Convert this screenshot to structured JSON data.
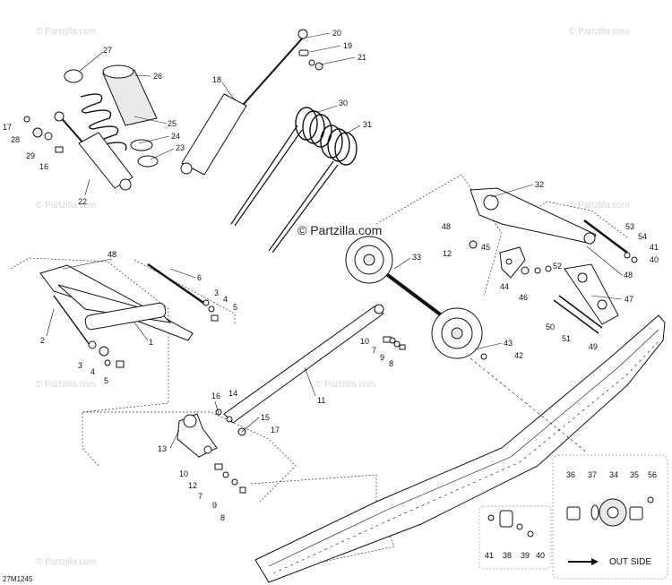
{
  "diagram_code": "27M1245",
  "watermark": "© Partzilla.com",
  "inset": {
    "caption": "OUT SIDE",
    "labels": [
      "36",
      "37",
      "34",
      "35",
      "56"
    ]
  },
  "lower_inset_labels": [
    "41",
    "38",
    "39",
    "40"
  ],
  "callouts": [
    {
      "id": "c20",
      "text": "20"
    },
    {
      "id": "c19",
      "text": "19"
    },
    {
      "id": "c21",
      "text": "21"
    },
    {
      "id": "c27",
      "text": "27"
    },
    {
      "id": "c26",
      "text": "26"
    },
    {
      "id": "c18",
      "text": "18"
    },
    {
      "id": "c30",
      "text": "30"
    },
    {
      "id": "c31",
      "text": "31"
    },
    {
      "id": "c17a",
      "text": "17"
    },
    {
      "id": "c28",
      "text": "28"
    },
    {
      "id": "c29",
      "text": "29"
    },
    {
      "id": "c16a",
      "text": "16"
    },
    {
      "id": "c25",
      "text": "25"
    },
    {
      "id": "c24",
      "text": "24"
    },
    {
      "id": "c23",
      "text": "23"
    },
    {
      "id": "c22",
      "text": "22"
    },
    {
      "id": "c32",
      "text": "32"
    },
    {
      "id": "c48a",
      "text": "48"
    },
    {
      "id": "c53",
      "text": "53"
    },
    {
      "id": "c54",
      "text": "54"
    },
    {
      "id": "c41a",
      "text": "41"
    },
    {
      "id": "c40a",
      "text": "40"
    },
    {
      "id": "c12a",
      "text": "12"
    },
    {
      "id": "c45",
      "text": "45"
    },
    {
      "id": "c33",
      "text": "33"
    },
    {
      "id": "c52",
      "text": "52"
    },
    {
      "id": "c48b",
      "text": "48"
    },
    {
      "id": "c44",
      "text": "44"
    },
    {
      "id": "c46",
      "text": "46"
    },
    {
      "id": "c47",
      "text": "47"
    },
    {
      "id": "c50",
      "text": "50"
    },
    {
      "id": "c51",
      "text": "51"
    },
    {
      "id": "c49",
      "text": "49"
    },
    {
      "id": "c48c",
      "text": "48"
    },
    {
      "id": "c6",
      "text": "6"
    },
    {
      "id": "c3a",
      "text": "3"
    },
    {
      "id": "c4a",
      "text": "4"
    },
    {
      "id": "c5a",
      "text": "5"
    },
    {
      "id": "c2",
      "text": "2"
    },
    {
      "id": "c1",
      "text": "1"
    },
    {
      "id": "c3b",
      "text": "3"
    },
    {
      "id": "c4b",
      "text": "4"
    },
    {
      "id": "c5b",
      "text": "5"
    },
    {
      "id": "c10a",
      "text": "10"
    },
    {
      "id": "c7a",
      "text": "7"
    },
    {
      "id": "c9a",
      "text": "9"
    },
    {
      "id": "c8a",
      "text": "8"
    },
    {
      "id": "c43",
      "text": "43"
    },
    {
      "id": "c42",
      "text": "42"
    },
    {
      "id": "c11",
      "text": "11"
    },
    {
      "id": "c16b",
      "text": "16"
    },
    {
      "id": "c14",
      "text": "14"
    },
    {
      "id": "c15",
      "text": "15"
    },
    {
      "id": "c17b",
      "text": "17"
    },
    {
      "id": "c13",
      "text": "13"
    },
    {
      "id": "c10b",
      "text": "10"
    },
    {
      "id": "c12b",
      "text": "12"
    },
    {
      "id": "c7b",
      "text": "7"
    },
    {
      "id": "c9b",
      "text": "9"
    },
    {
      "id": "c8b",
      "text": "8"
    }
  ]
}
